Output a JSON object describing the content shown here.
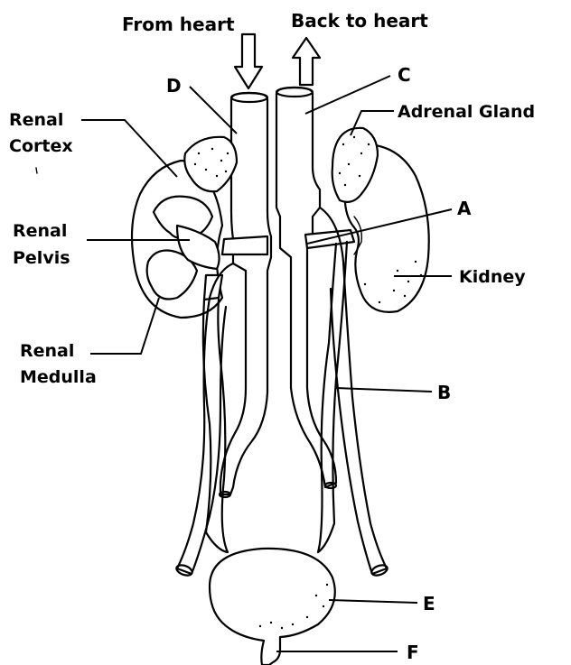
{
  "arrows": {
    "in_label": "From heart",
    "out_label": "Back to heart"
  },
  "labels": {
    "renal_cortex": [
      "Renal",
      "Cortex"
    ],
    "renal_pelvis": [
      "Renal",
      "Pelvis"
    ],
    "renal_medulla": [
      "Renal",
      "Medulla"
    ],
    "adrenal_gland": "Adrenal Gland",
    "kidney": "Kidney",
    "letter_a": "A",
    "letter_b": "B",
    "letter_c": "C",
    "letter_d": "D",
    "letter_e": "E",
    "letter_f": "F"
  }
}
